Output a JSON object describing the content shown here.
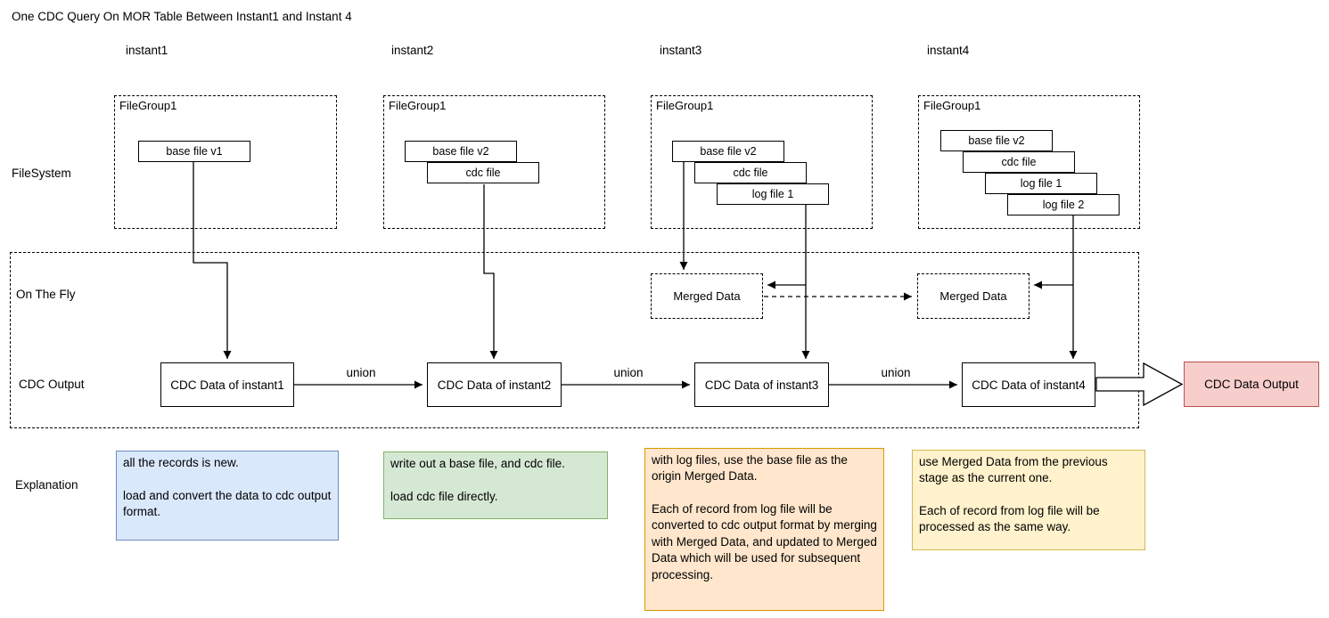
{
  "title": "One CDC Query On MOR Table Between Instant1 and Instant 4",
  "row_labels": {
    "filesystem": "FileSystem",
    "on_the_fly": "On The Fly",
    "cdc_output": "CDC Output",
    "explanation": "Explanation"
  },
  "instants": [
    {
      "label": "instant1",
      "filegroup_label": "FileGroup1",
      "files": [
        "base file v1"
      ],
      "cdc_data_label": "CDC Data of instant1",
      "explanation": "all the records is new.\n\nload and convert the data to cdc output format."
    },
    {
      "label": "instant2",
      "filegroup_label": "FileGroup1",
      "files": [
        "base file v2",
        "cdc file"
      ],
      "cdc_data_label": "CDC Data of instant2",
      "explanation": "write out a base file, and cdc file.\n\nload cdc file directly."
    },
    {
      "label": "instant3",
      "filegroup_label": "FileGroup1",
      "files": [
        "base file v2",
        "cdc file",
        "log file 1"
      ],
      "cdc_data_label": "CDC Data of instant3",
      "explanation": "with log files, use the base file as the origin Merged Data.\n\nEach of record from log file will be converted to cdc output format by merging with Merged Data, and updated to Merged Data which will be used for subsequent processing."
    },
    {
      "label": "instant4",
      "filegroup_label": "FileGroup1",
      "files": [
        "base file v2",
        "cdc file",
        "log file 1",
        "log file 2"
      ],
      "cdc_data_label": "CDC Data of instant4",
      "explanation": "use Merged Data from the previous stage as the current one.\n\nEach of record from log file will be processed as the same way."
    }
  ],
  "merged_data": {
    "label": "Merged Data"
  },
  "union_label": "union",
  "output_box": {
    "label": "CDC Data Output",
    "fill": "#f8cecc",
    "border": "#b85450"
  },
  "explanation_styles": [
    {
      "fill": "#dae8fc",
      "border": "#6c8ebf"
    },
    {
      "fill": "#d5e8d4",
      "border": "#82b366"
    },
    {
      "fill": "#ffe6cc",
      "border": "#d79b00"
    },
    {
      "fill": "#fff2cc",
      "border": "#d6b656"
    }
  ]
}
